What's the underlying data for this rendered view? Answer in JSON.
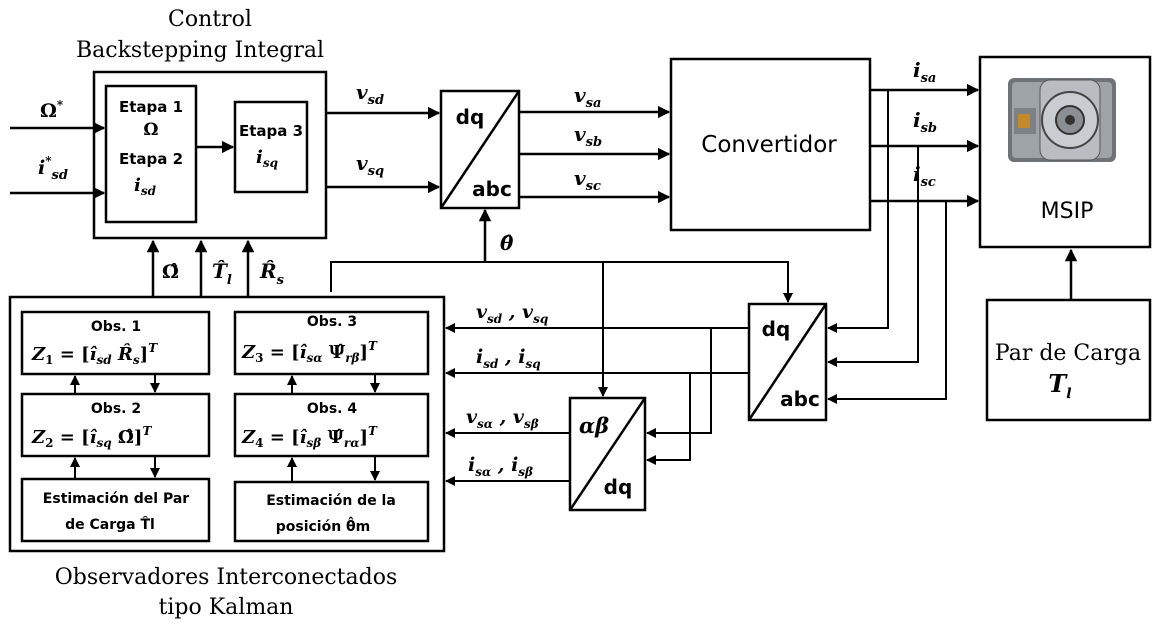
{
  "control_block": {
    "title_line1": "Control",
    "title_line2": "Backstepping Integral",
    "etapa1_label": "Etapa 1",
    "etapa1_var": "Ω",
    "etapa2_label": "Etapa 2",
    "etapa2_var": "isd",
    "etapa3_label": "Etapa 3",
    "etapa3_var": "isq"
  },
  "inputs": {
    "omega_ref": "Ω*",
    "isd_ref": "i*sd"
  },
  "signals": {
    "vsd": "vsd",
    "vsq": "vsq",
    "vsa": "vsa",
    "vsb": "vsb",
    "vsc": "vsc",
    "isa": "isa",
    "isb": "isb",
    "isc": "isc",
    "theta_hat": "θ̂",
    "omega_hat": "Ω̂",
    "tl_hat": "T̂l",
    "rs_hat": "R̂s",
    "vsd_vsq": "vsd , vsq",
    "isd_isq": "isd , isq",
    "vsalpha_vsbeta": "vsα , vsβ",
    "isalpha_isbeta": "isα , isβ"
  },
  "transforms": {
    "dq_abc_top": "dq",
    "dq_abc_bottom": "abc",
    "abc_dq_top": "dq",
    "abc_dq_bottom": "abc",
    "ab_dq_top": "αβ",
    "ab_dq_bottom": "dq"
  },
  "converter_label": "Convertidor",
  "motor_label": "MSIP",
  "load_block": {
    "line1": "Par de Carga",
    "line2": "Tl"
  },
  "observers": {
    "title_line1": "Observadores Interconectados",
    "title_line2": "tipo Kalman",
    "obs1_label": "Obs. 1",
    "obs1_eq": "Z1 = [îsd   R̂s]T",
    "obs2_label": "Obs. 2",
    "obs2_eq": "Z2 = [îsq   Ω̂]T",
    "obs3_label": "Obs. 3",
    "obs3_eq": "Z3 = [îsα   Ψ̂rβ]T",
    "obs4_label": "Obs. 4",
    "obs4_eq": "Z4 = [îsβ   Ψ̂rα]T",
    "est_tl_line1": "Estimación del Par",
    "est_tl_line2": "de Carga T̂l",
    "est_pos_line1": "Estimación de la",
    "est_pos_line2": "posición θ̂m"
  }
}
